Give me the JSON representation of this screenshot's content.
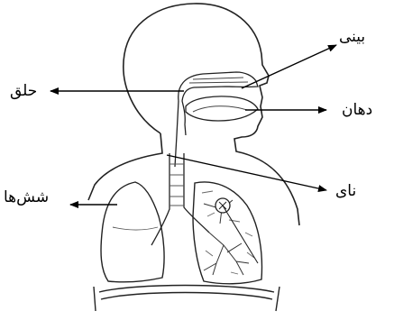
{
  "labels": {
    "nose": "بینی",
    "mouth": "دهان",
    "throat": "حلق",
    "windpipe": "نای",
    "lungs": "شش‌ها"
  }
}
